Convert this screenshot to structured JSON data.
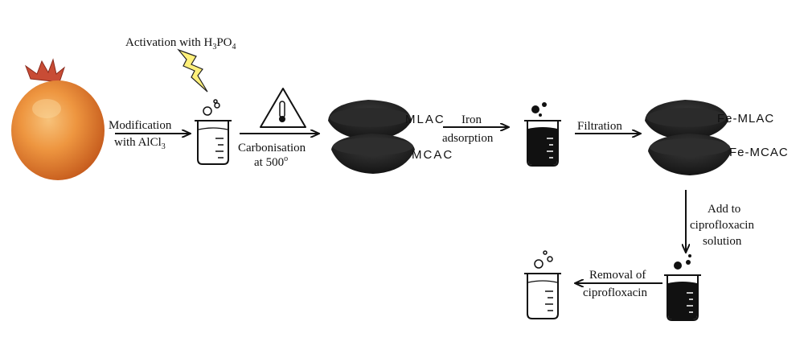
{
  "activation": {
    "prefix": "Activation with H",
    "s1": "3",
    "mid": "PO",
    "s2": "4"
  },
  "modification": {
    "line1": "Modification",
    "line2_prefix": "with AlCl",
    "line2_sub": "3"
  },
  "carbonisation": {
    "line1": "Carbonisation",
    "line2": "at 500",
    "degree": "o"
  },
  "mlac_label": "MLAC",
  "mcac_label": "MCAC",
  "iron_adsorption": {
    "line1": "Iron",
    "line2": "adsorption"
  },
  "filtration_label": "Filtration",
  "fe_mlac_label": "Fe-MLAC",
  "fe_mcac_label": "Fe-MCAC",
  "add_to": {
    "line1": "Add to",
    "line2": "ciprofloxacin",
    "line3": "solution"
  },
  "removal": {
    "line1": "Removal of",
    "line2": "ciprofloxacin"
  },
  "colors": {
    "pomegranate": "#e8862f",
    "carbon": "#1c1c1c",
    "lightning": "#fff07a"
  }
}
